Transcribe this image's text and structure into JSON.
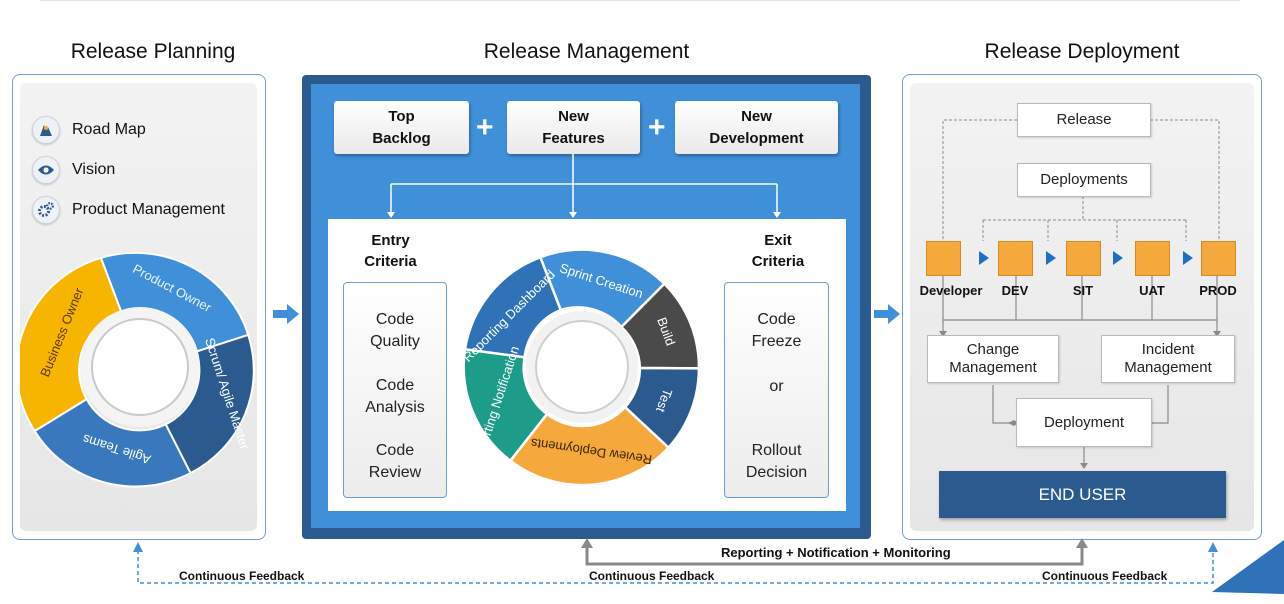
{
  "sections": {
    "planning_title": "Release Planning",
    "management_title": "Release Management",
    "deployment_title": "Release Deployment"
  },
  "planning": {
    "legend": [
      {
        "label": "Road Map",
        "icon": "road-map-icon"
      },
      {
        "label": "Vision",
        "icon": "eye-icon"
      },
      {
        "label": "Product Management",
        "icon": "gears-icon"
      }
    ],
    "wheel": [
      {
        "label": "Product Owner",
        "color": "#3f8fd9"
      },
      {
        "label": "Scrum/ Agile Master",
        "color": "#2b5a8e"
      },
      {
        "label": "Agile Teams",
        "color": "#3a78be"
      },
      {
        "label": "Business Owner",
        "color": "#f7b500"
      }
    ]
  },
  "management": {
    "inputs": [
      "Top Backlog",
      "New Features",
      "New Development"
    ],
    "plus": "+",
    "entry_title": "Entry Criteria",
    "entry_items": [
      "Code Quality",
      "Code Analysis",
      "Code Review"
    ],
    "exit_title": "Exit Criteria",
    "exit_items": [
      "Code Freeze",
      "or",
      "Rollout Decision"
    ],
    "cycle": [
      {
        "label": "Sprint Creation",
        "color": "#3f8fd9"
      },
      {
        "label": "Build",
        "color": "#4a4a4a"
      },
      {
        "label": "Test",
        "color": "#2b5a8e"
      },
      {
        "label": "Review Deployments",
        "color": "#f5a83c"
      },
      {
        "label": "Reporting Notification",
        "color": "#1e9c8a"
      },
      {
        "label": "Reporting Dashboard",
        "color": "#2f72b8"
      }
    ]
  },
  "deployment": {
    "release": "Release",
    "deployments": "Deployments",
    "environments": [
      "Developer",
      "DEV",
      "SIT",
      "UAT",
      "PROD"
    ],
    "change_management": "Change Management",
    "incident_management": "Incident Management",
    "deployment": "Deployment",
    "end_user": "END USER"
  },
  "feedback": {
    "reporting": "Reporting  +  Notification  +  Monitoring",
    "continuous_left": "Continuous Feedback",
    "continuous_middle": "Continuous Feedback",
    "continuous_right": "Continuous Feedback"
  },
  "colors": {
    "accent_blue": "#3f8fd9",
    "dark_blue": "#2b5a8e",
    "orange": "#f5a83c",
    "yellow": "#f7b500"
  }
}
